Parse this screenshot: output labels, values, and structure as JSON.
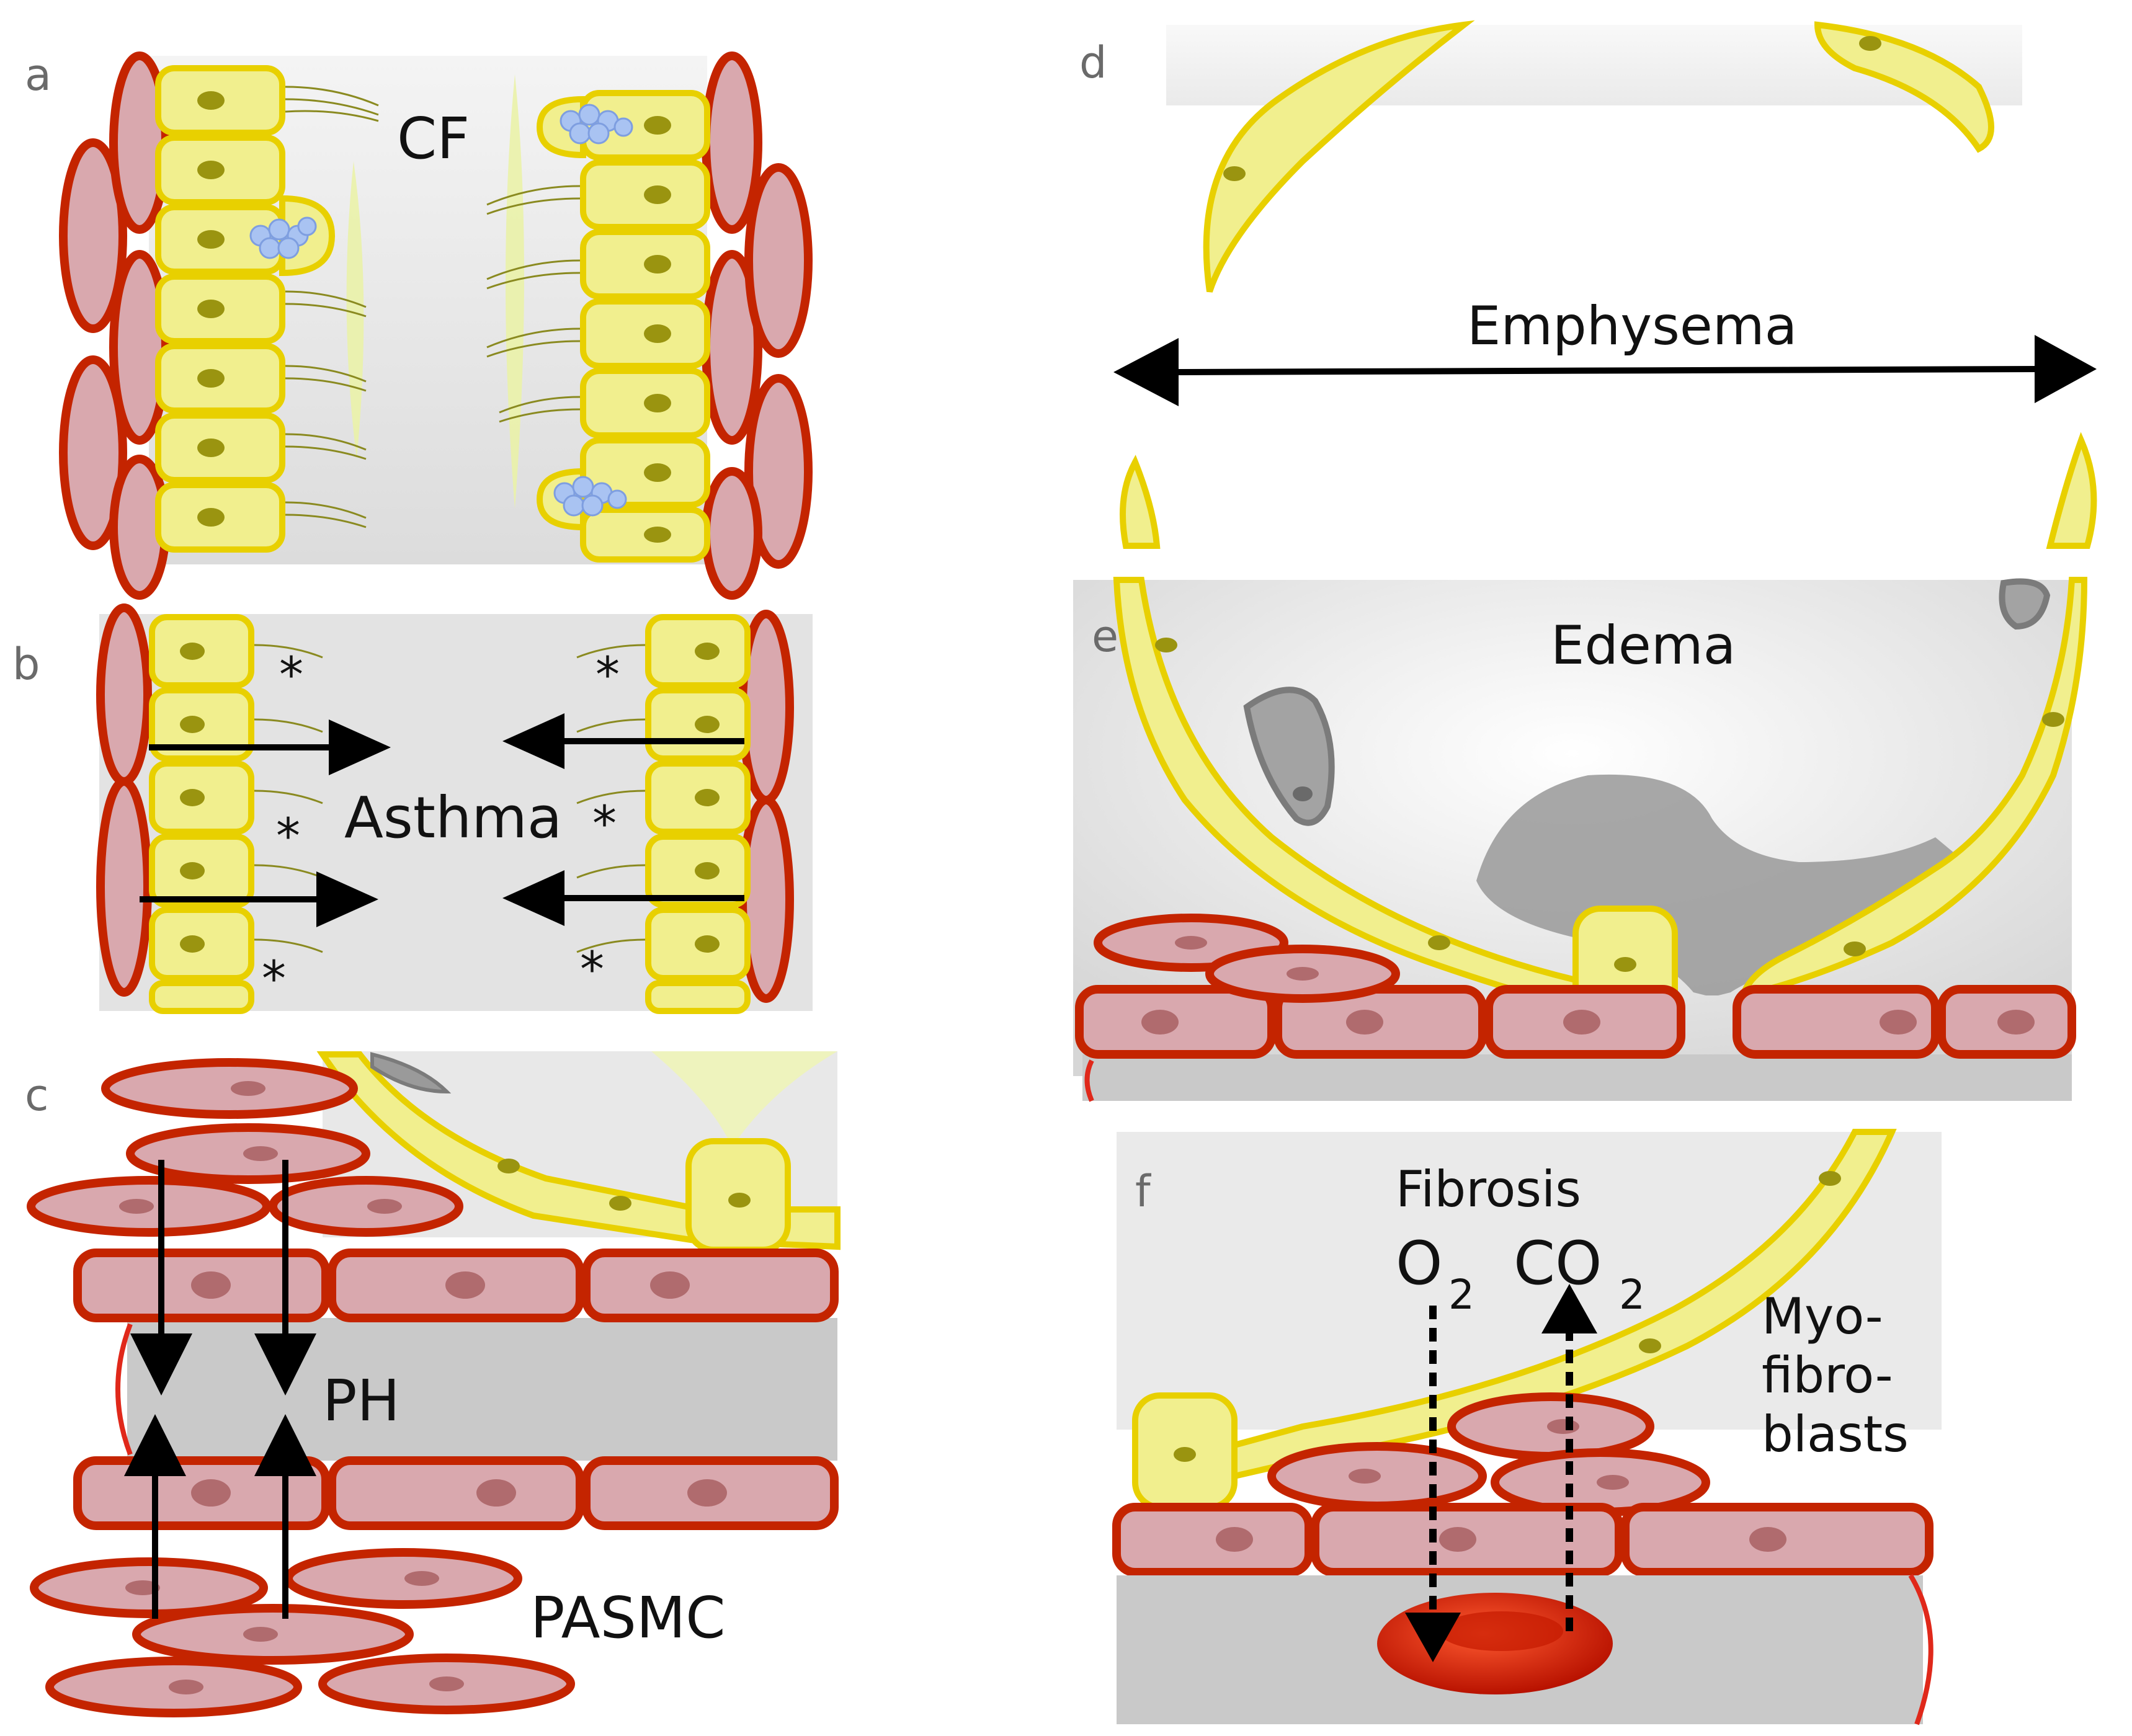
{
  "panels": {
    "a": {
      "letter": "a",
      "label": "CF"
    },
    "b": {
      "letter": "b",
      "label": "Asthma",
      "mark": "*"
    },
    "c": {
      "letter": "c",
      "label": "PH",
      "label2": "PASMC"
    },
    "d": {
      "letter": "d",
      "label": "Emphysema"
    },
    "e": {
      "letter": "e",
      "label": "Edema"
    },
    "f": {
      "letter": "f",
      "label": "Fibrosis",
      "o2": "O",
      "co2": "CO",
      "sub": "2",
      "myo1": "Myo-",
      "myo2": "fibro-",
      "myo3": "blasts"
    }
  },
  "colors": {
    "smooth_muscle_fill": "#d9a8ae",
    "smooth_muscle_stroke": "#c42400",
    "epithelium_fill": "#f1ef8e",
    "epithelium_stroke": "#e8d000",
    "nucleus": "#9a9410",
    "lumen": "#e3e3e3",
    "vessel_lumen": "#c9c9c9",
    "mucus": "#a9c3f2",
    "arrow": "#000000",
    "erythrocyte": "#d11a00"
  }
}
